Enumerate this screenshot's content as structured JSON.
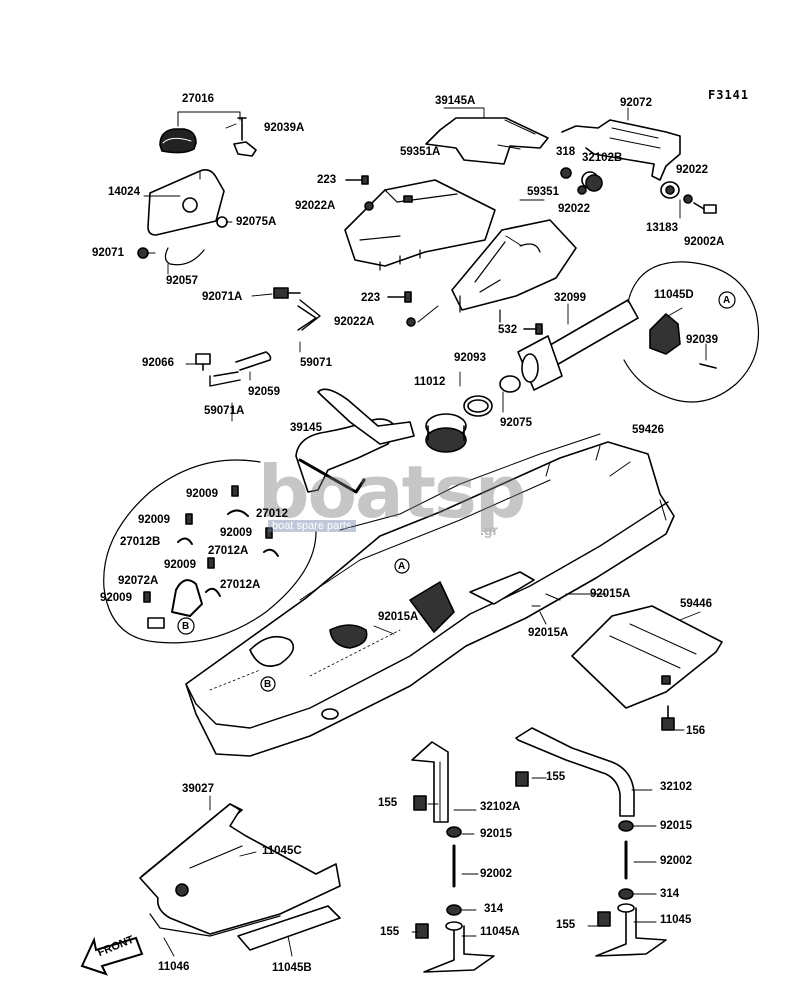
{
  "diagram": {
    "figure_code": "F3141",
    "watermark": {
      "brand": "boatsp",
      "tagline": "boat spare parts",
      "tld": ".gr"
    },
    "front_marker": "FRONT",
    "callouts": {
      "A": "A",
      "B": "B"
    },
    "part_labels": [
      "27016",
      "92039A",
      "39145A",
      "92072",
      "318",
      "32102B",
      "92022",
      "59351A",
      "223",
      "92022A",
      "14024",
      "92075A",
      "59351",
      "92022",
      "13183",
      "92002A",
      "92071",
      "92057",
      "92071A",
      "223",
      "92022A",
      "32099",
      "11045D",
      "532",
      "92039",
      "92066",
      "59071",
      "92059",
      "92093",
      "11012",
      "92075",
      "59071A",
      "39145",
      "59426",
      "92009",
      "27012",
      "92009",
      "92009",
      "27012B",
      "27012A",
      "92009",
      "92072A",
      "27012A",
      "92009",
      "92015A",
      "92015A",
      "92015A",
      "59446",
      "156",
      "155",
      "32102",
      "155",
      "32102A",
      "92015",
      "92015",
      "92002",
      "92002",
      "314",
      "314",
      "155",
      "11045A",
      "155",
      "11045",
      "39027",
      "11045C",
      "11046",
      "11045B"
    ]
  }
}
